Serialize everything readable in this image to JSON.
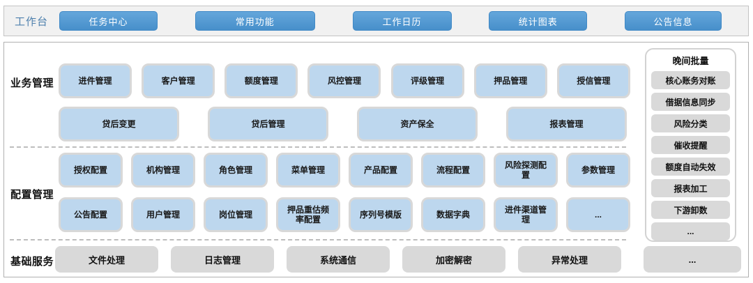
{
  "topbar": {
    "label": "工作台",
    "buttons": [
      "任务中心",
      "常用功能",
      "工作日历",
      "统计图表",
      "公告信息"
    ]
  },
  "sections": {
    "business": {
      "label": "业务管理",
      "row1": [
        "进件管理",
        "客户管理",
        "额度管理",
        "风控管理",
        "评级管理",
        "押品管理",
        "授信管理"
      ],
      "row2": [
        "贷后变更",
        "贷后管理",
        "资产保全",
        "报表管理"
      ]
    },
    "config": {
      "label": "配置管理",
      "row1": [
        "授权配置",
        "机构管理",
        "角色管理",
        "菜单管理",
        "产品配置",
        "流程配置",
        "风险探测配置",
        "参数管理"
      ],
      "row2": [
        "公告配置",
        "用户管理",
        "岗位管理",
        "押品重估频率配置",
        "序列号模版",
        "数据字典",
        "进件渠道管理",
        "..."
      ]
    },
    "base": {
      "label": "基础服务",
      "items": [
        "文件处理",
        "日志管理",
        "系统通信",
        "加密解密",
        "异常处理"
      ],
      "more": "..."
    }
  },
  "sidebar": {
    "title": "晚间批量",
    "items": [
      "核心账务对账",
      "借据信息同步",
      "风险分类",
      "催收提醒",
      "额度自动失效",
      "报表加工",
      "下游卸数",
      "..."
    ]
  },
  "colors": {
    "accent_blue": "#478fca",
    "label_blue": "#4e80ad",
    "box_blue": "#bdd7ee",
    "box_gray": "#d9d9d9"
  }
}
